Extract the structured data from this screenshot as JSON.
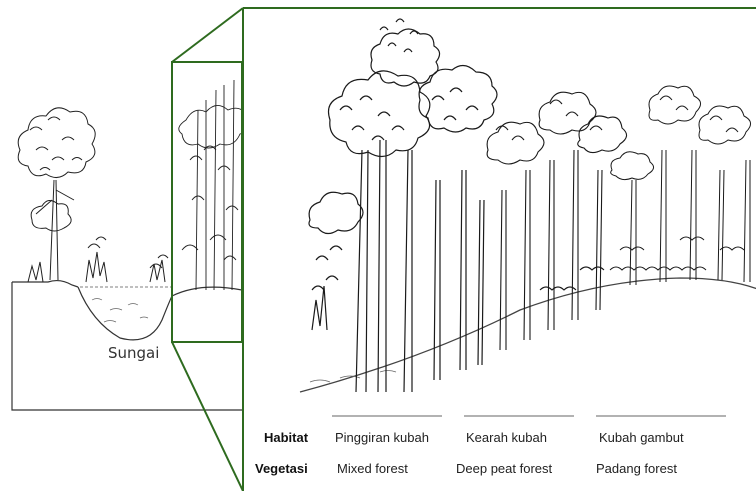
{
  "river_label": "Sungai",
  "table": {
    "habitat_header": "Habitat",
    "vegetation_header": "Vegetasi",
    "habitats": [
      "Pinggiran kubah",
      "Kearah kubah",
      "Kubah gambut"
    ],
    "vegetation": [
      "Mixed forest",
      "Deep peat forest",
      "Padang forest"
    ]
  },
  "colors": {
    "frame": "#2e6b1f",
    "ink": "#1a1a1a",
    "ground": "#444444"
  }
}
